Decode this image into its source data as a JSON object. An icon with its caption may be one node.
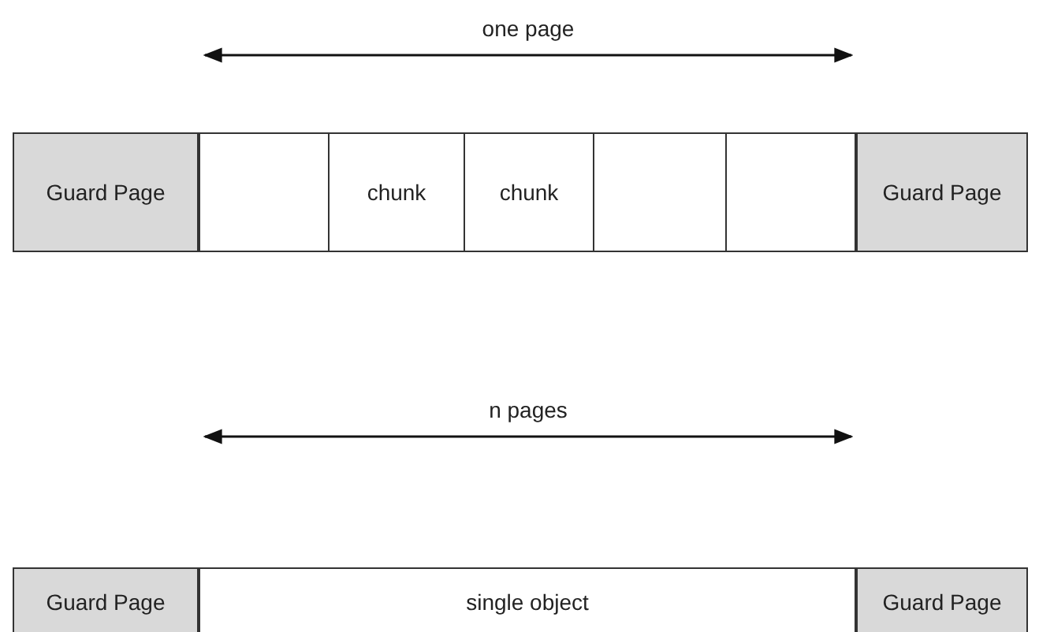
{
  "diagram": {
    "nodes": [
      {
        "text": [
          "Guard Page"
        ]
      },
      {
        "text": [],
        "shape": "box"
      },
      {
        "text": [
          "chunk"
        ]
      },
      {
        "text": [
          "chunk"
        ]
      },
      {
        "text": [],
        "shape": "box"
      },
      {
        "text": [],
        "shape": "box"
      },
      {
        "text": [
          "Guard Page"
        ]
      },
      {
        "text": [
          "Guard Page"
        ]
      },
      {
        "text": [
          "single object"
        ]
      },
      {
        "text": [
          "Guard Page"
        ]
      }
    ],
    "edges": [],
    "labels": [
      "one page",
      "n pages"
    ]
  }
}
